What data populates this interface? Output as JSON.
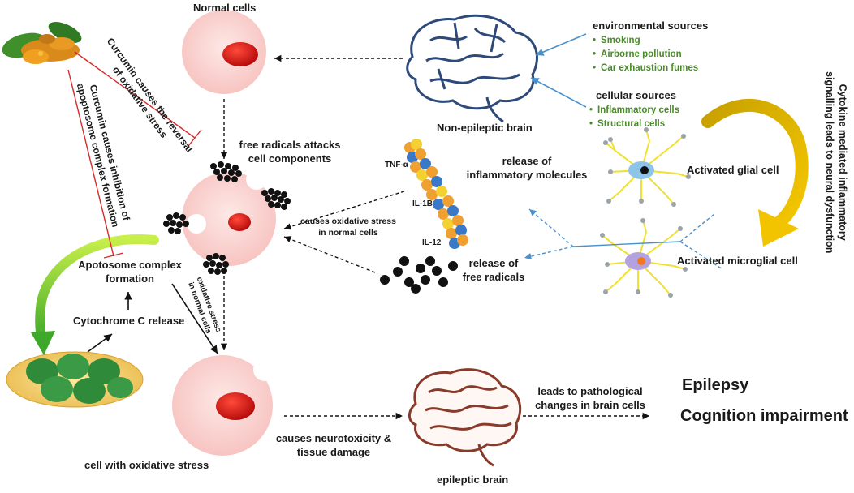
{
  "colors": {
    "cell_fill": "#fbd3d1",
    "nucleus": "#cc1111",
    "brain_normal": "#2e4a7a",
    "brain_epileptic": "#8a3a2a",
    "source_text": "#4a8a2a",
    "inhibition": "#d42a2a",
    "blue_arrow": "#4a90cc",
    "yellow_arrow": "#e8b800",
    "green_arrow": "#5ac030",
    "mitochondria": "#2f8a3a",
    "mito_bg": "#f5c860",
    "molecule_orange": "#f0a030",
    "molecule_blue": "#3a78c8",
    "glia": "#f0e030"
  },
  "labels": {
    "normal_cells": "Normal cells",
    "non_epileptic_brain": "Non-epileptic brain",
    "environmental_sources": "environmental sources",
    "env_items": [
      "Smoking",
      "Airborne pollution",
      "Car exhaustion fumes"
    ],
    "cellular_sources": "cellular sources",
    "cell_items": [
      "Inflammatory cells",
      "Structural cells"
    ],
    "cytokine": [
      "Cytokine mediated inflammatory",
      "signalling leads to neural dysfunction"
    ],
    "curcumin_reversal": [
      "Curcumin causes the reversal",
      "of oxidative stress"
    ],
    "curcumin_inhibition": [
      "Curcumin causes inhibition of",
      "apoptosome complex formation"
    ],
    "free_radicals_attack": [
      "free radicals attacks",
      "cell components"
    ],
    "tnf": "TNF-α",
    "il1b": "IL-1B",
    "il12": "IL-12",
    "release_inflammatory": [
      "release of",
      "inflammatory molecules"
    ],
    "causes_oxidative": [
      "causes oxidative stress",
      "in normal cells"
    ],
    "activated_glial": "Activated glial cell",
    "activated_microglial": "Activated microglial cell",
    "release_free_radicals": [
      "release of",
      "free radicals"
    ],
    "apotosome": [
      "Apotosome complex",
      "formation"
    ],
    "oxidative_stress_vertical": [
      "oxidative stress",
      "in normal cells"
    ],
    "cytochrome": "Cytochrome C release",
    "cell_with_stress": "cell with oxidative stress",
    "neurotoxicity": [
      "causes neurotoxicity &",
      "tissue damage"
    ],
    "pathological": [
      "leads to pathological",
      "changes in brain cells"
    ],
    "epileptic_brain": "epileptic brain",
    "epilepsy": "Epilepsy",
    "cognition": "Cognition impairment"
  }
}
